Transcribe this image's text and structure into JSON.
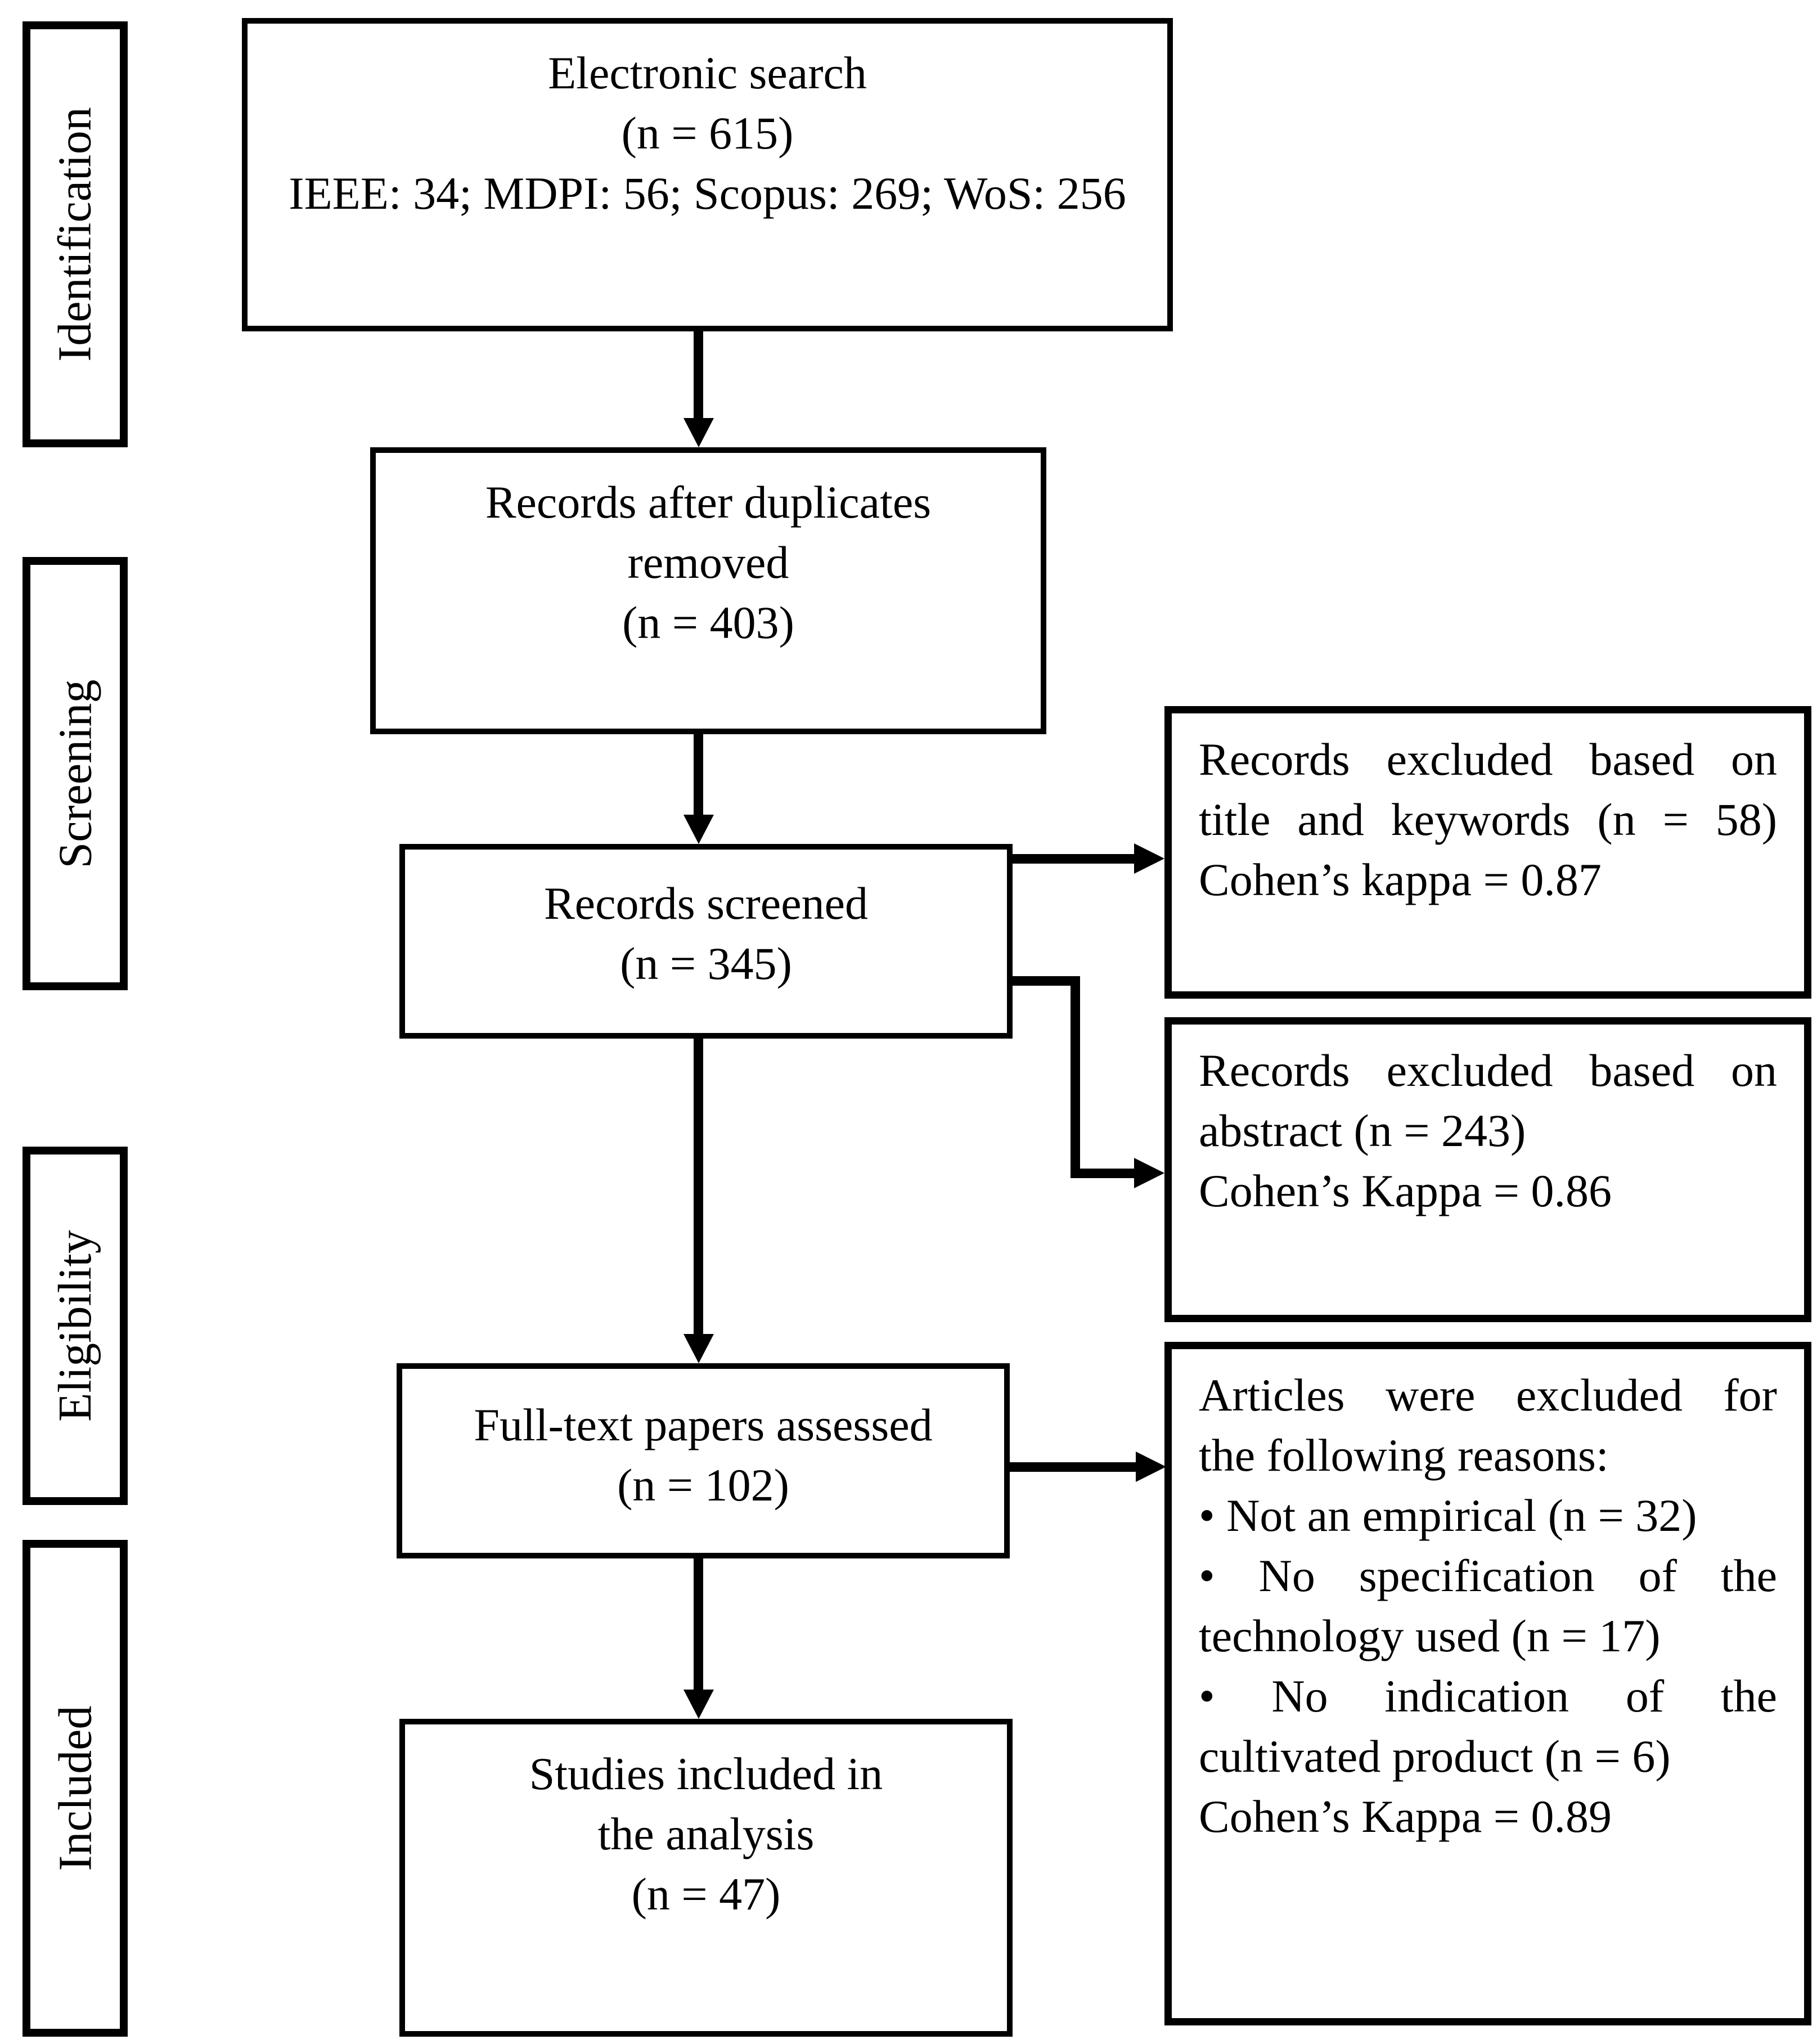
{
  "figure": {
    "type": "prisma-flow-diagram",
    "background_color": "#ffffff",
    "ink_color": "#000000"
  },
  "stages": [
    {
      "label": "Identification"
    },
    {
      "label": "Screening"
    },
    {
      "label": "Eligibility"
    },
    {
      "label": "Included"
    }
  ],
  "flow_boxes": {
    "electronic_search": {
      "lines": [
        "Electronic search",
        "(n = 615)",
        "IEEE: 34; MDPI: 56; Scopus: 269; WoS: 256"
      ]
    },
    "duplicates_removed": {
      "lines": [
        "Records after duplicates",
        "removed",
        "(n = 403)"
      ]
    },
    "records_screened": {
      "lines": [
        "Records screened",
        "(n = 345)"
      ]
    },
    "fulltext_assessed": {
      "lines": [
        "Full-text papers assessed",
        "(n = 102)"
      ]
    },
    "studies_included": {
      "lines": [
        "Studies included in",
        "the analysis",
        "(n = 47)"
      ]
    }
  },
  "exclusion_boxes": {
    "title_keywords": {
      "lines": [
        {
          "t": "Records excluded based on",
          "j": true
        },
        {
          "t": "title and keywords (n = 58)",
          "j": true
        },
        {
          "t": "Cohen’s kappa = 0.87"
        }
      ]
    },
    "abstract": {
      "lines": [
        {
          "t": "Records excluded based on",
          "j": true
        },
        {
          "t": "abstract (n = 243)"
        },
        {
          "t": "Cohen’s Kappa = 0.86"
        }
      ]
    },
    "fulltext_reasons": {
      "lines": [
        {
          "t": "Articles were excluded for",
          "j": true
        },
        {
          "t": "the following reasons:"
        },
        {
          "t": "• Not an empirical (n = 32)"
        },
        {
          "t": "• No specification of the",
          "j": true
        },
        {
          "t": "technology used (n = 17)"
        },
        {
          "t": "• No indication of the",
          "j": true
        },
        {
          "t": "cultivated product (n = 6)"
        },
        {
          "t": "Cohen’s Kappa = 0.89"
        }
      ]
    }
  }
}
